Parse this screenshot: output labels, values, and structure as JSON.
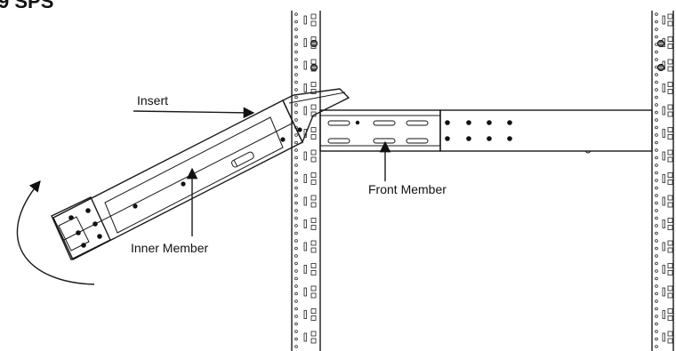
{
  "diagram": {
    "title_fragment": "9 SPS",
    "labels": {
      "insert": "Insert",
      "front_member": "Front Member",
      "inner_member": "Inner Member"
    }
  }
}
